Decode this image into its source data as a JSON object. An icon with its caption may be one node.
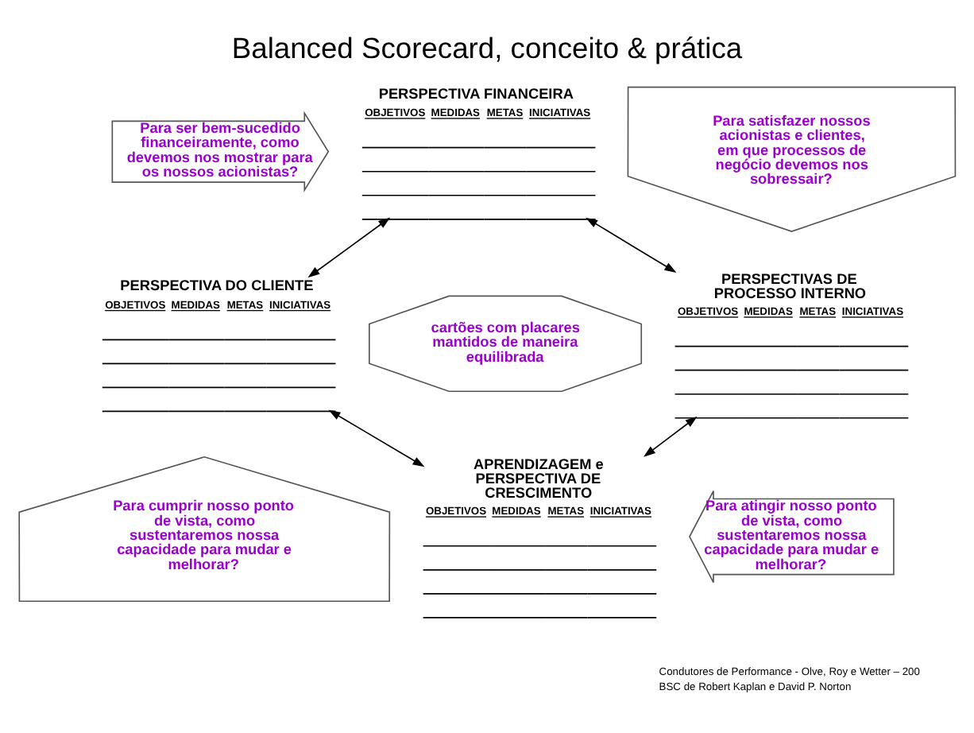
{
  "diagram": {
    "title": "Balanced Scorecard, conceito & prática",
    "nodes": [
      {
        "text": [
          "Para ser bem-sucedido financeiramente, como devemos nos mostrar para os nossos acionistas?"
        ]
      },
      {
        "text": [
          "PERSPECTIVA FINANCEIRA",
          "OBJETIVOS",
          "MEDIDAS",
          "METAS",
          "INICIATIVAS"
        ]
      },
      {
        "text": [
          "Para satisfazer nossos acionistas e clientes, em que processos de negócio devemos nos sobressair?"
        ]
      },
      {
        "text": [
          "PERSPECTIVA DO CLIENTE",
          "OBJETIVOS",
          "MEDIDAS",
          "METAS",
          "INICIATIVAS"
        ]
      },
      {
        "text": [
          "cartões com placares mantidos de maneira equilibrada"
        ]
      },
      {
        "text": [
          "PERSPECTIVAS DE PROCESSO INTERNO",
          "OBJETIVOS",
          "MEDIDAS",
          "METAS",
          "INICIATIVAS"
        ]
      },
      {
        "text": [
          "Para cumprir nosso ponto de vista, como sustentaremos nossa capacidade para mudar e melhorar?"
        ]
      },
      {
        "text": [
          "APRENDIZAGEM e PERSPECTIVA DE CRESCIMENTO",
          "OBJETIVOS",
          "MEDIDAS",
          "METAS",
          "INICIATIVAS"
        ]
      },
      {
        "text": [
          "Para atingir nosso ponto de vista, como sustentaremos nossa capacidade para mudar e melhorar?"
        ]
      }
    ],
    "edges": [
      {
        "from": 1,
        "to": 3,
        "arrow": "both"
      },
      {
        "from": 1,
        "to": 5,
        "arrow": "both"
      },
      {
        "from": 3,
        "to": 7,
        "arrow": "both"
      },
      {
        "from": 5,
        "to": 7,
        "arrow": "both"
      }
    ],
    "labels": [
      "Condutores de Performance - Olve, Roy e Wetter – 200",
      "BSC de Robert Kaplan e David P. Norton"
    ]
  }
}
